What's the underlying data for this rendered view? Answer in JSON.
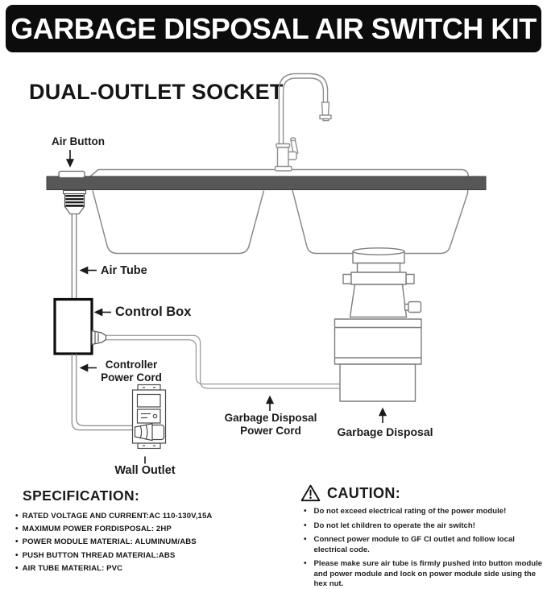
{
  "header": {
    "title": "GARBAGE DISPOSAL AIR SWITCH KIT"
  },
  "diagram": {
    "title": "DUAL-OUTLET SOCKET",
    "labels": {
      "air_button": "Air Button",
      "air_tube": "Air Tube",
      "control_box": "Control Box",
      "controller_power_cord": "Controller Power Cord",
      "wall_outlet": "Wall Outlet",
      "disposal_power_cord": "Garbage Disposal Power Cord",
      "garbage_disposal": "Garbage Disposal"
    },
    "icons": [
      "down-arrow-icon",
      "left-arrow-icon",
      "up-arrow-icon",
      "warning-triangle-icon"
    ]
  },
  "specification": {
    "title": "SPECIFICATION:",
    "items": [
      "RATED VOLTAGE AND CURRENT:AC 110-130V,15A",
      "MAXIMUM POWER FORDISPOSAL: 2HP",
      "POWER MODULE MATERIAL: ALUMINUM/ABS",
      "PUSH BUTTON THREAD MATERIAL:ABS",
      "AIR TUBE MATERIAL: PVC"
    ]
  },
  "caution": {
    "title": "CAUTION:",
    "items": [
      "Do not exceed electrical rating of the power module!",
      "Do not let children to operate the air switch!",
      "Connect power module to GF CI outlet and follow local electrical code.",
      "Please make sure air tube is firmly pushed into button module and power module and lock on power module side using the hex nut."
    ]
  },
  "colors": {
    "header_bg": "#0c0c0c",
    "header_text": "#ffffff",
    "countertop": "#575757",
    "diagram_line": "#8a8a8a",
    "text": "#1a1a1a"
  }
}
